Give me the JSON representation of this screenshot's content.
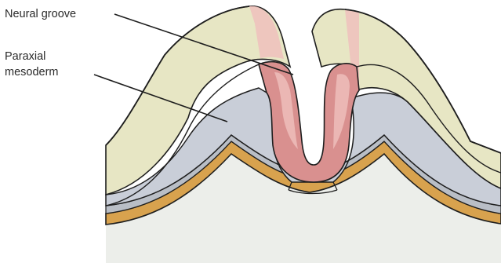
{
  "labels": {
    "neural_groove": "Neural groove",
    "paraxial_line1": "Paraxial",
    "paraxial_line2": "mesoderm"
  },
  "colors": {
    "ectoderm": "#e7e6c4",
    "ectoderm_shade": "#d9daaf",
    "mesoderm": "#c9ced8",
    "neural_plate": "#d9908f",
    "neural_plate_light": "#efc0bd",
    "orange_layer": "#d8a24e",
    "grey_layer": "#b9bec6",
    "ground": "#eceeea",
    "outline": "#1e1e1e"
  }
}
